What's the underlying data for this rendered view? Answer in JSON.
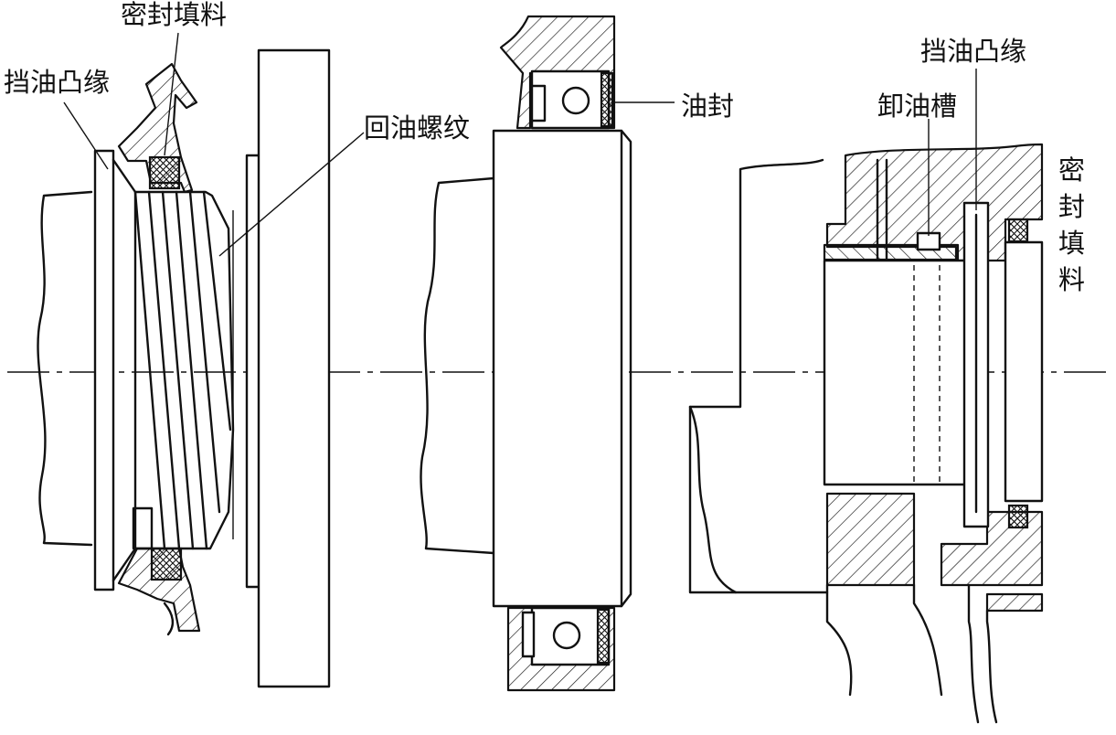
{
  "labels": {
    "left_packing": "密封填料",
    "left_flange": "挡油凸缘",
    "return_thread": "回油螺纹",
    "oil_seal": "油封",
    "drain_groove": "卸油槽",
    "right_flange": "挡油凸缘",
    "right_packing_chars": [
      "密",
      "封",
      "填",
      "料"
    ]
  }
}
